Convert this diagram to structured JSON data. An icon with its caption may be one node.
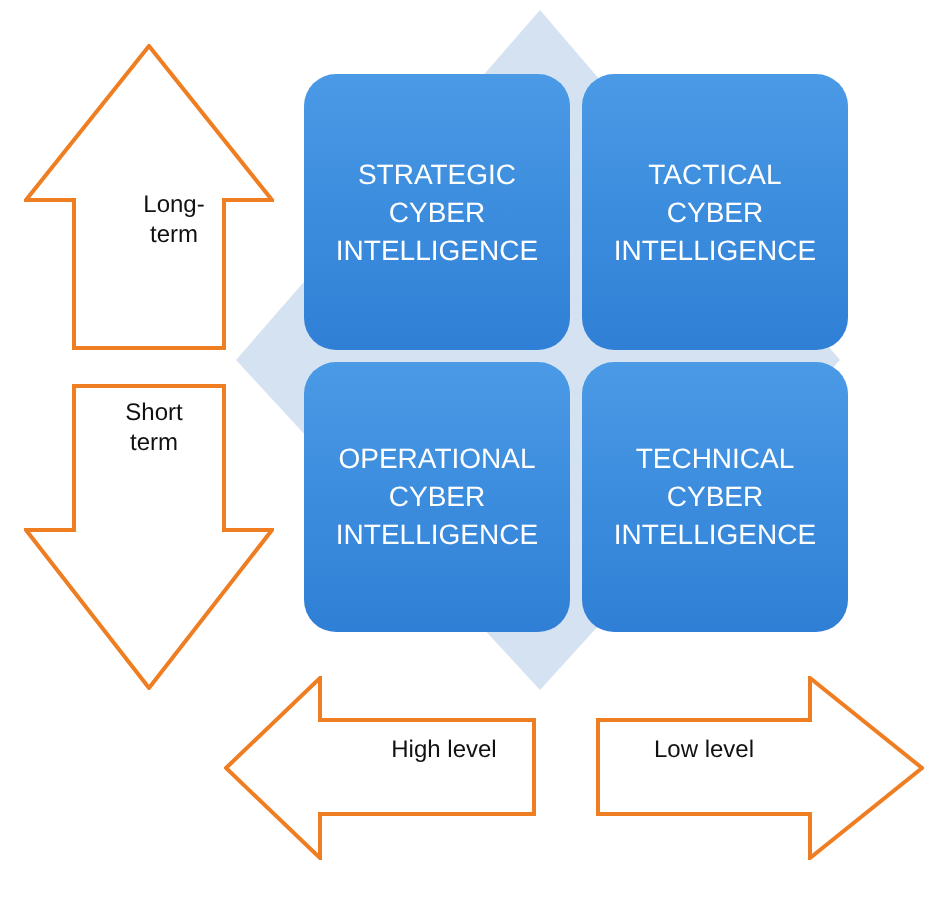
{
  "diagram": {
    "nodes": [
      {
        "text": [
          "STRATEGIC CYBER INTELLIGENCE"
        ]
      },
      {
        "text": [
          "TACTICAL CYBER INTELLIGENCE"
        ]
      },
      {
        "text": [
          "OPERATIONAL CYBER INTELLIGENCE"
        ]
      },
      {
        "text": [
          "TECHNICAL CYBER INTELLIGENCE"
        ]
      },
      {
        "text": [
          "Long-term"
        ]
      },
      {
        "text": [
          "Short term"
        ]
      },
      {
        "text": [
          "High level"
        ]
      },
      {
        "text": [
          "Low level"
        ]
      }
    ]
  }
}
